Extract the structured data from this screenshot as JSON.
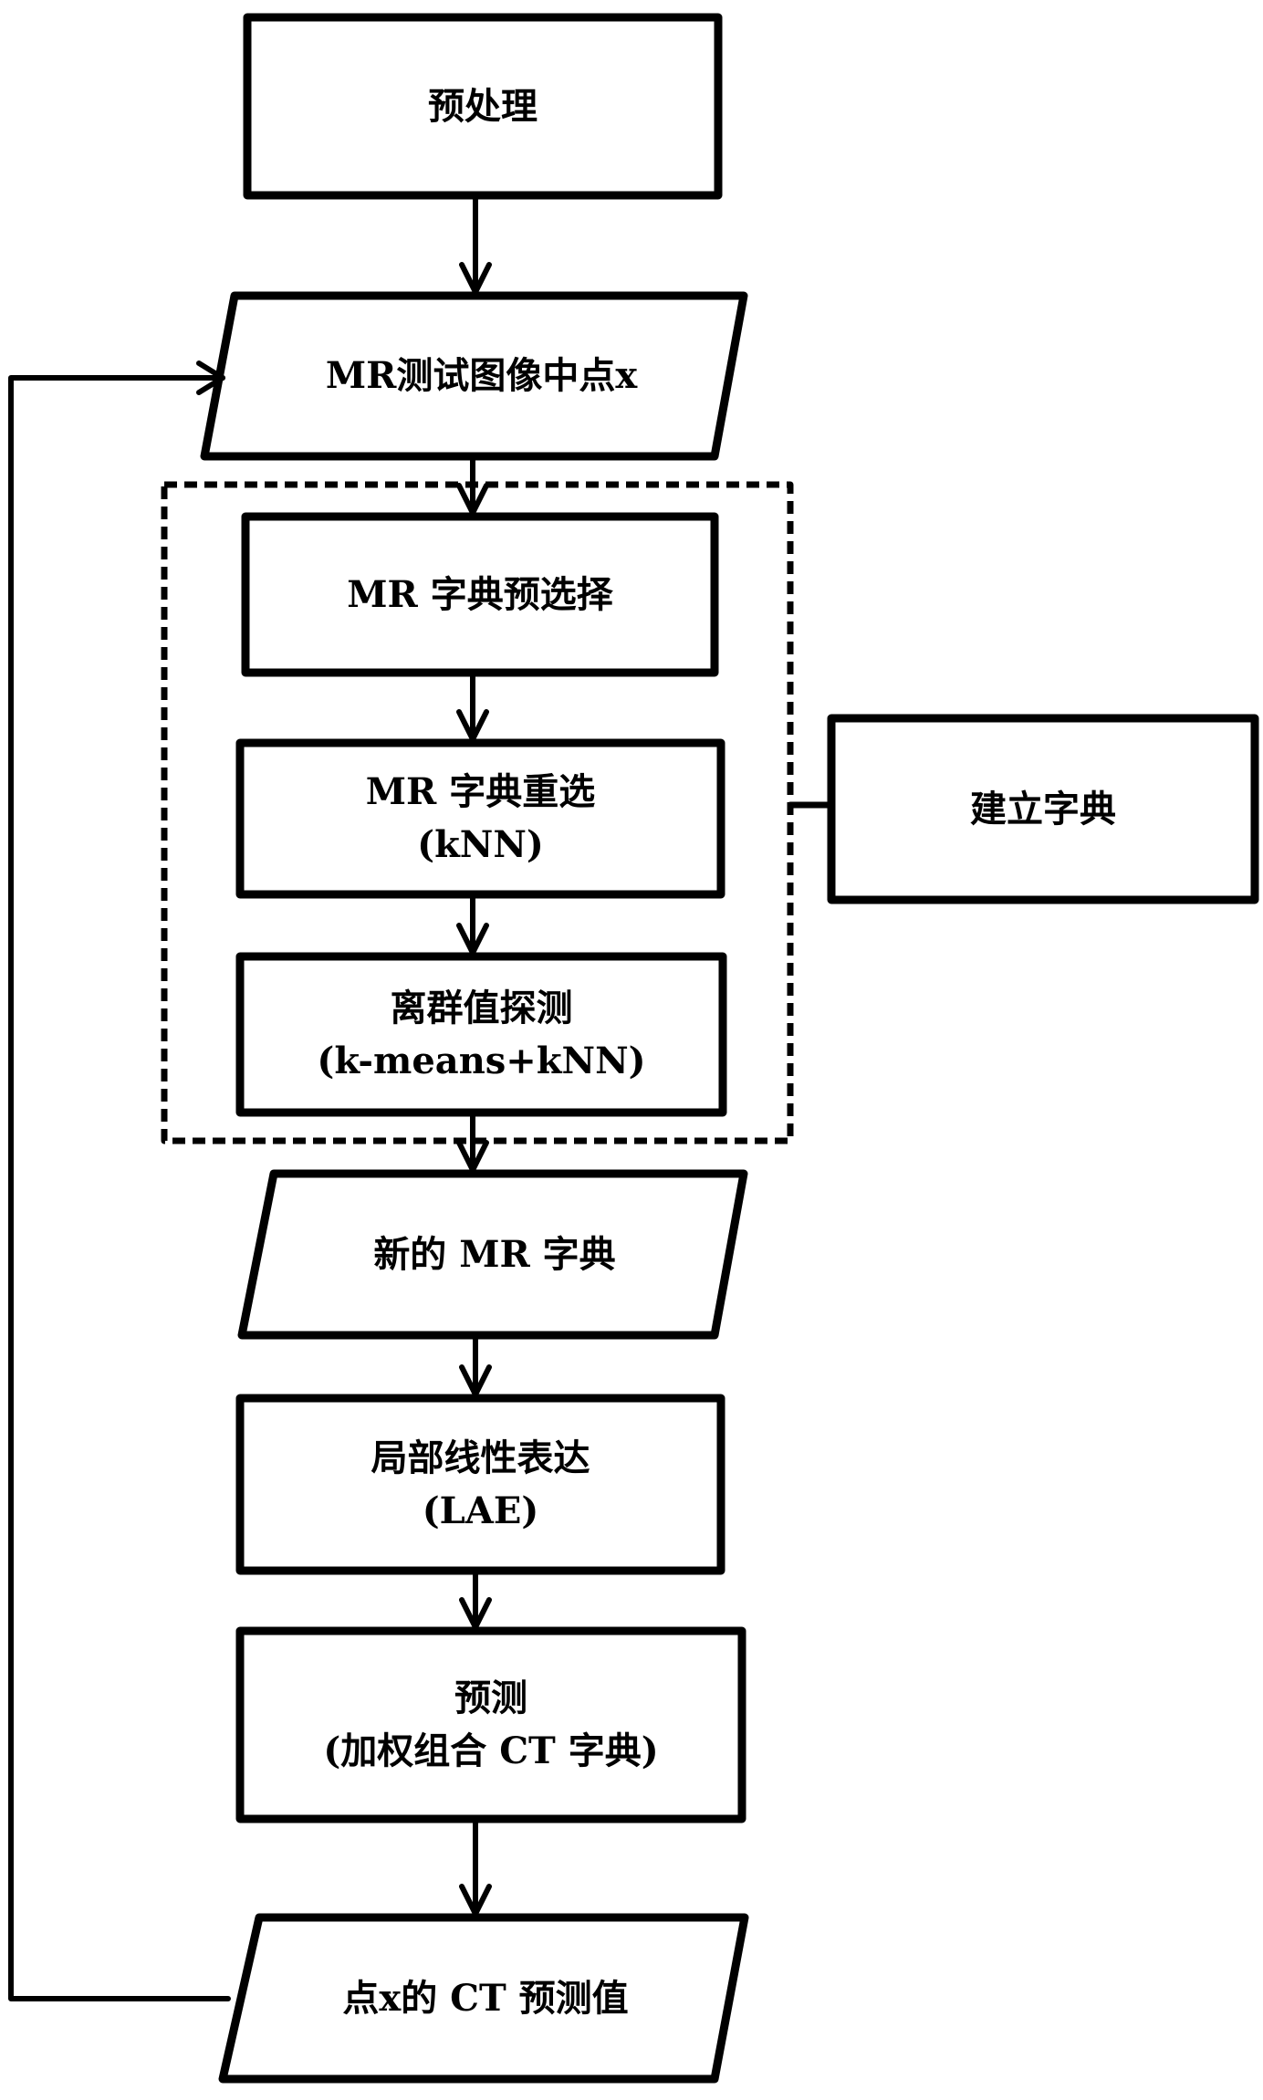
{
  "diagram": {
    "type": "flowchart",
    "colors": {
      "stroke": "#000000",
      "background": "#ffffff"
    },
    "nodes": {
      "preprocess": {
        "shape": "rectangle",
        "line1": "预处理"
      },
      "mr_test_point": {
        "shape": "parallelogram",
        "line1": "MR测试图像中点x"
      },
      "dict_preselect": {
        "shape": "rectangle",
        "line1": "MR 字典预选择"
      },
      "dict_reselect": {
        "shape": "rectangle",
        "line1": "MR 字典重选",
        "line2": "(kNN)"
      },
      "outlier_detect": {
        "shape": "rectangle",
        "line1": "离群值探测",
        "line2": "(k-means+kNN)"
      },
      "build_dict": {
        "shape": "rectangle",
        "line1": "建立字典"
      },
      "new_mr_dict": {
        "shape": "parallelogram",
        "line1": "新的 MR 字典"
      },
      "lae": {
        "shape": "rectangle",
        "line1": "局部线性表达",
        "line2": "(LAE)"
      },
      "predict": {
        "shape": "rectangle",
        "line1": "预测",
        "line2": "(加权组合 CT 字典)"
      },
      "ct_prediction": {
        "shape": "parallelogram",
        "line1": "点x的 CT 预测值"
      }
    },
    "group": {
      "name": "build-dictionary-group",
      "style": "dashed",
      "members": [
        "dict_preselect",
        "dict_reselect",
        "outlier_detect"
      ],
      "linked_to": "build_dict"
    },
    "edges": [
      {
        "from": "preprocess",
        "to": "mr_test_point"
      },
      {
        "from": "mr_test_point",
        "to": "dict_preselect"
      },
      {
        "from": "dict_preselect",
        "to": "dict_reselect"
      },
      {
        "from": "dict_reselect",
        "to": "outlier_detect"
      },
      {
        "from": "outlier_detect",
        "to": "new_mr_dict"
      },
      {
        "from": "new_mr_dict",
        "to": "lae"
      },
      {
        "from": "lae",
        "to": "predict"
      },
      {
        "from": "predict",
        "to": "ct_prediction"
      },
      {
        "from": "ct_prediction",
        "to": "mr_test_point",
        "kind": "feedback-loop"
      }
    ]
  }
}
